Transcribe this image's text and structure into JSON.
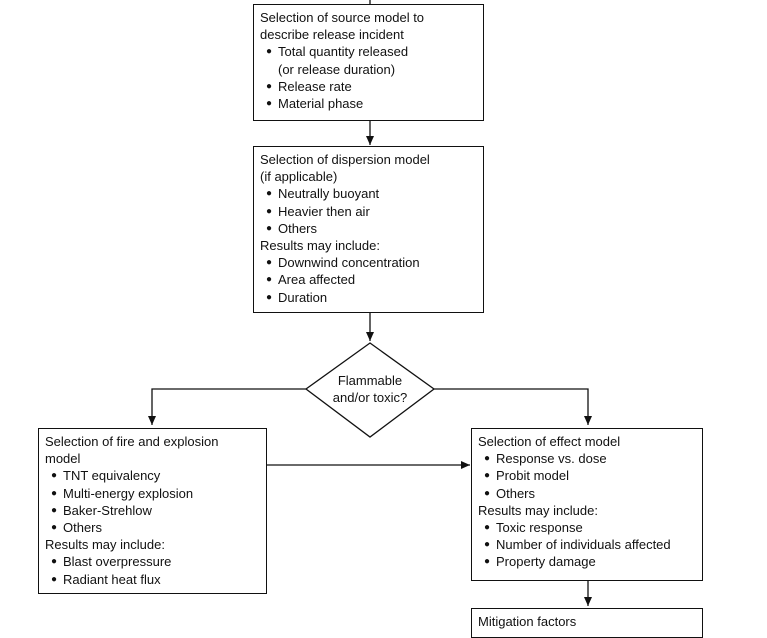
{
  "source_box": {
    "title_lines": [
      "Selection of source model to",
      "describe release incident"
    ],
    "bullets": [
      {
        "text": "Total quantity released",
        "cont": "(or release duration)"
      },
      {
        "text": "Release rate"
      },
      {
        "text": "Material phase"
      }
    ]
  },
  "dispersion_box": {
    "title_lines": [
      "Selection of dispersion model",
      "(if applicable)"
    ],
    "bullets": [
      "Neutrally buoyant",
      "Heavier then air",
      "Others"
    ],
    "results_label": "Results may include:",
    "results": [
      "Downwind concentration",
      "Area affected",
      "Duration"
    ]
  },
  "decision": {
    "line1": "Flammable",
    "line2": "and/or toxic?"
  },
  "fire_box": {
    "title_lines": [
      "Selection of fire and explosion",
      "model"
    ],
    "bullets": [
      "TNT equivalency",
      "Multi-energy explosion",
      "Baker-Strehlow",
      "Others"
    ],
    "results_label": "Results may include:",
    "results": [
      "Blast overpressure",
      "Radiant heat flux"
    ]
  },
  "effect_box": {
    "title_lines": [
      "Selection of effect model"
    ],
    "bullets": [
      "Response vs. dose",
      "Probit model",
      "Others"
    ],
    "results_label": "Results may include:",
    "results": [
      "Toxic response",
      "Number of individuals affected",
      "Property damage"
    ]
  },
  "mitigation_box": {
    "title": "Mitigation factors"
  }
}
